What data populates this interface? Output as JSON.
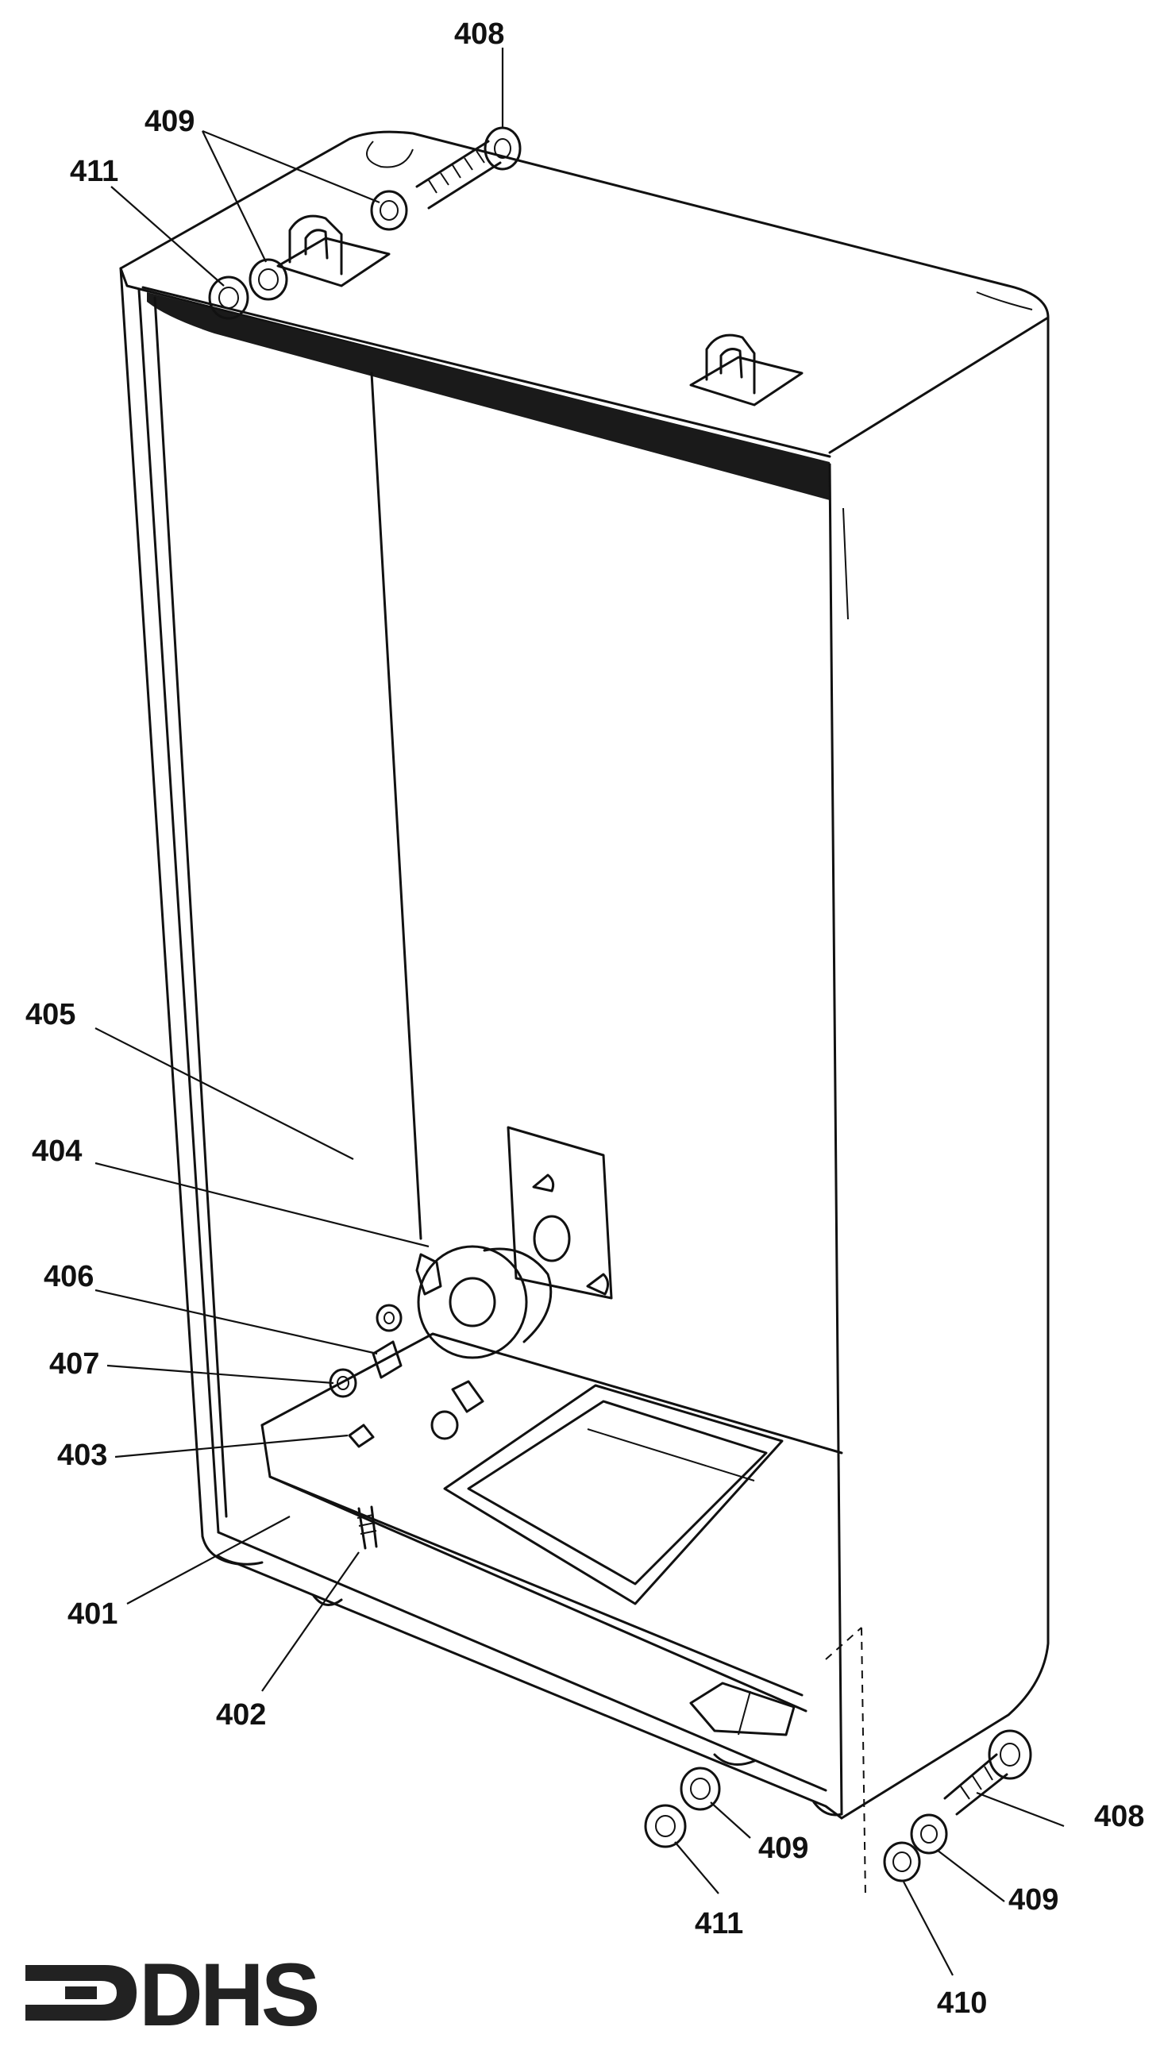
{
  "brand": {
    "logo_text": "DHS"
  },
  "callouts": [
    {
      "id": "c408top",
      "label": "408"
    },
    {
      "id": "c409top",
      "label": "409"
    },
    {
      "id": "c411top",
      "label": "411"
    },
    {
      "id": "c405",
      "label": "405"
    },
    {
      "id": "c404",
      "label": "404"
    },
    {
      "id": "c406",
      "label": "406"
    },
    {
      "id": "c407",
      "label": "407"
    },
    {
      "id": "c403",
      "label": "403"
    },
    {
      "id": "c401",
      "label": "401"
    },
    {
      "id": "c402",
      "label": "402"
    },
    {
      "id": "c409bl",
      "label": "409"
    },
    {
      "id": "c411bot",
      "label": "411"
    },
    {
      "id": "c408bot",
      "label": "408"
    },
    {
      "id": "c409br",
      "label": "409"
    },
    {
      "id": "c410",
      "label": "410"
    }
  ]
}
